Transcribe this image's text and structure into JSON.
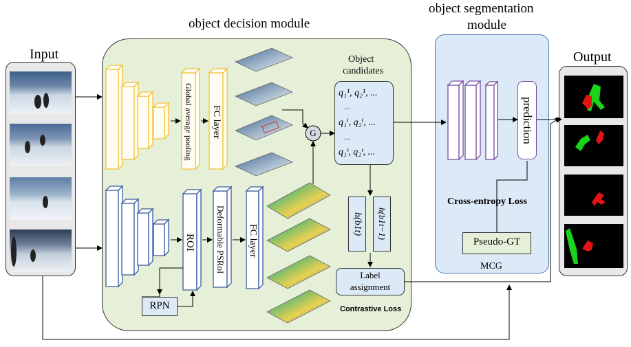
{
  "labels": {
    "input": "Input",
    "output": "Output",
    "decision_module": "object decision module",
    "segmentation_module_line1": "object segmentation",
    "segmentation_module_line2": "module",
    "object_candidates_line1": "Object",
    "object_candidates_line2": "candidates",
    "global_avg_pooling": "Global average pooling",
    "fc_layer_top": "FC layer",
    "fc_layer_bottom": "FC layer",
    "roi": "ROI",
    "deformable_psroi": "Deformable PSRoI",
    "rpn": "RPN",
    "g_node": "G",
    "prediction": "prediction",
    "cross_entropy": "Cross-entropy Loss",
    "pseudo_gt": "Pseudo-GT",
    "mcg": "MCG",
    "label_assignment_line1": "Label",
    "label_assignment_line2": "assignment",
    "contrastive_loss": "Contrastive Loss",
    "h_b1t": "h(b1t)",
    "h_b1t_minus1": "h(b1t−1)"
  },
  "candidates": {
    "row1": "q₁¹, q₂¹, ...",
    "dots1": "...",
    "row2": "q₁ⁱ, q₂ⁱ, ...",
    "dots2": "...",
    "row3": "q₁ᵗ, q₂ᵗ, ..."
  },
  "colors": {
    "decision_bg": "#e6f0d8",
    "segmentation_bg": "#dce9f7",
    "yellow_layer": "#f2c230",
    "blue_layer": "#3a5b9e",
    "purple_layer": "#7a4fa0",
    "candidate_box": "#dce9f7"
  }
}
